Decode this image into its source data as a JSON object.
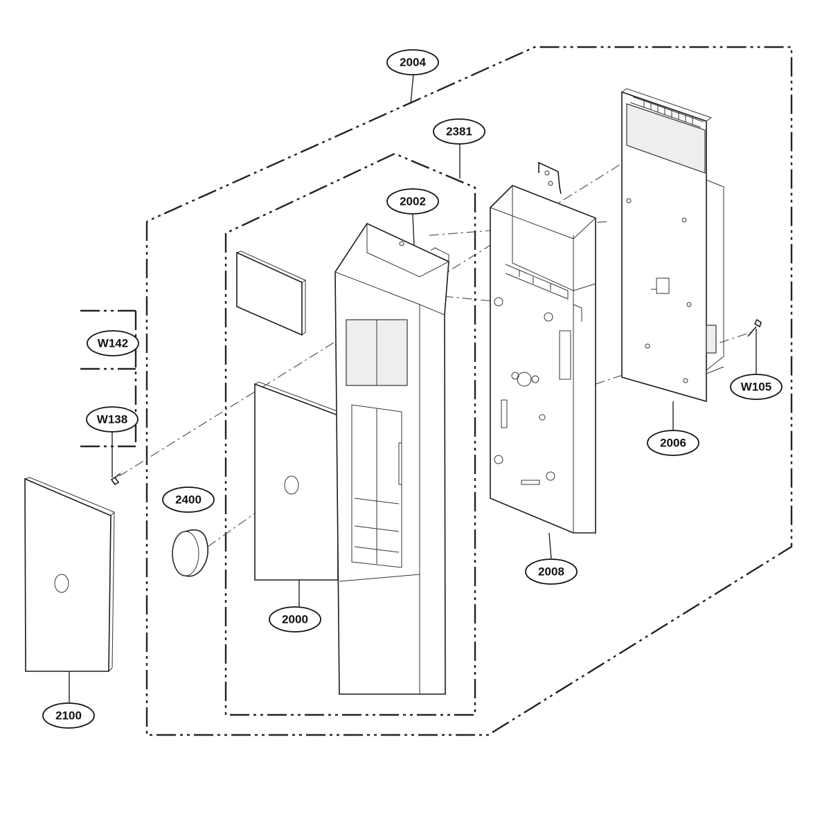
{
  "callouts": {
    "c2004": "2004",
    "c2381": "2381",
    "c2002": "2002",
    "cW142": "W142",
    "cW138": "W138",
    "c2400": "2400",
    "c2000": "2000",
    "c2100": "2100",
    "c2008": "2008",
    "c2006": "2006",
    "cW105": "W105"
  }
}
